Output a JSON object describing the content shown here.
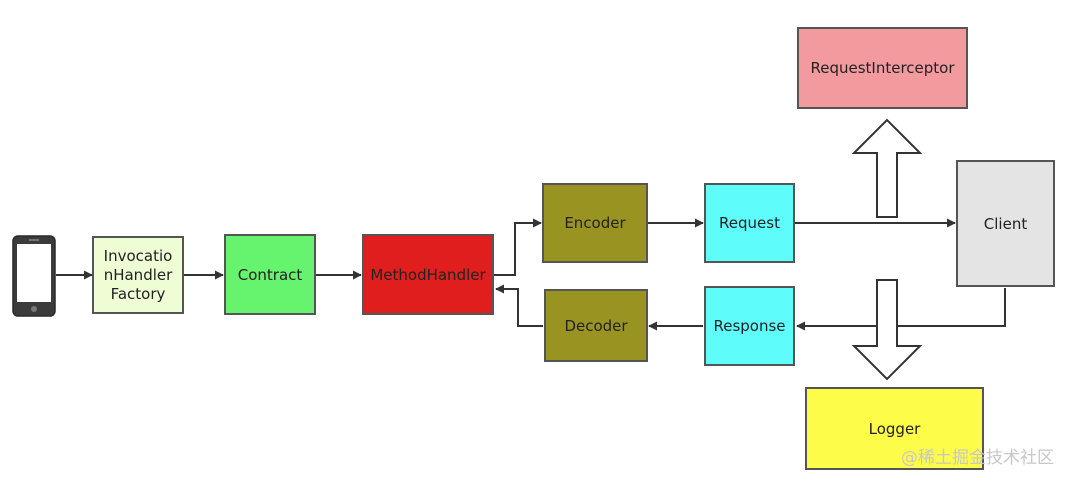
{
  "nodes": {
    "invocation_handler_factory": {
      "label": "InvocationHandlerFactory",
      "color": "#eefdd3"
    },
    "contract": {
      "label": "Contract",
      "color": "#66f36e"
    },
    "method_handler": {
      "label": "MethodHandler",
      "color": "#e01e1e"
    },
    "encoder": {
      "label": "Encoder",
      "color": "#999322"
    },
    "decoder": {
      "label": "Decoder",
      "color": "#999322"
    },
    "request": {
      "label": "Request",
      "color": "#5ffcfc"
    },
    "response": {
      "label": "Response",
      "color": "#5ffcfc"
    },
    "request_interceptor": {
      "label": "RequestInterceptor",
      "color": "#f29a9e"
    },
    "client": {
      "label": "Client",
      "color": "#e4e4e4"
    },
    "logger": {
      "label": "Logger",
      "color": "#fdfc49"
    }
  },
  "icons": {
    "phone": "smartphone-icon"
  },
  "watermark": "@稀土掘金技术社区"
}
